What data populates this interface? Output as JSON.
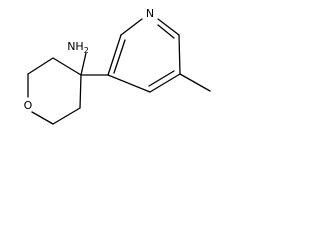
{
  "atoms": {
    "amine": "NH",
    "amine_subscript": "2",
    "pyridine_nitrogen": "N",
    "ring_oxygen": "O"
  }
}
